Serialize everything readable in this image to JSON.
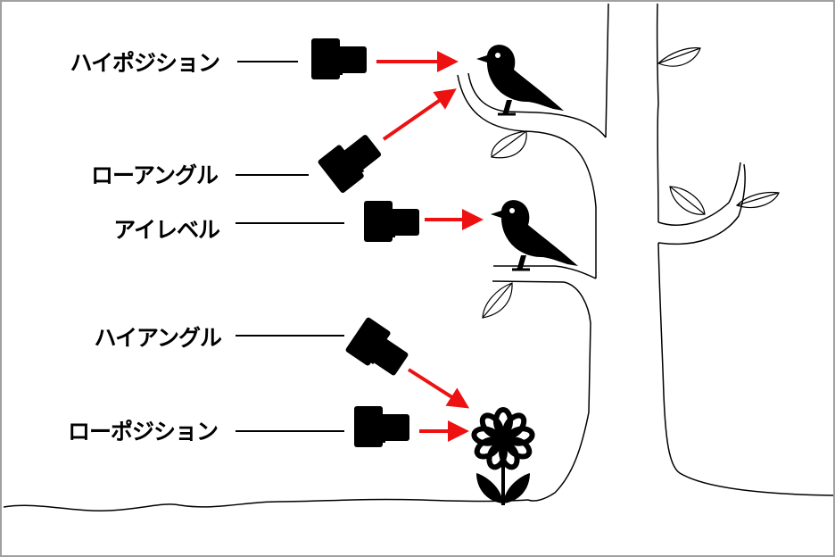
{
  "diagram": {
    "title": "Camera angles and positions",
    "colors": {
      "arrow": "#ee1111",
      "ink": "#000000",
      "background": "#ffffff",
      "frame": "#a0a0a0"
    },
    "labels": [
      {
        "id": "high-position",
        "text": "ハイポジション",
        "target": "upper-bird"
      },
      {
        "id": "low-angle",
        "text": "ローアングル",
        "target": "upper-bird"
      },
      {
        "id": "eye-level",
        "text": "アイレベル",
        "target": "lower-bird"
      },
      {
        "id": "high-angle",
        "text": "ハイアングル",
        "target": "flower"
      },
      {
        "id": "low-position",
        "text": "ローポジション",
        "target": "flower"
      }
    ],
    "subjects": [
      {
        "id": "upper-bird",
        "icon": "bird-icon"
      },
      {
        "id": "lower-bird",
        "icon": "bird-icon"
      },
      {
        "id": "flower",
        "icon": "flower-icon"
      }
    ],
    "scenery": [
      "tree",
      "branches",
      "leaves",
      "ground"
    ]
  }
}
